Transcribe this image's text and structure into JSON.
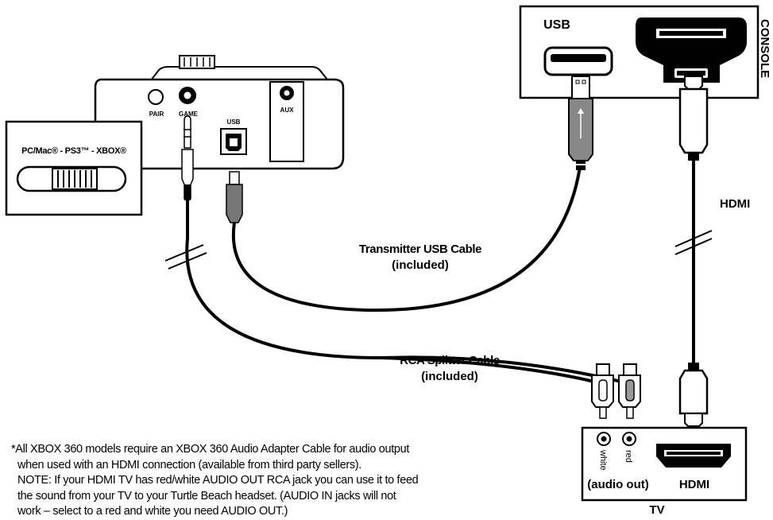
{
  "console": {
    "title": "CONSOLE",
    "usb_label": "USB"
  },
  "transmitter": {
    "pair_label": "PAIR",
    "game_label": "GAME",
    "usb_label": "USB",
    "aux_label": "AUX"
  },
  "switch": {
    "label": "PC/Mac® - PS3™ - XBOX®"
  },
  "cables": {
    "usb_cable_line1": "Transmitter USB Cable",
    "usb_cable_line2": "(included)",
    "rca_cable_line1": "RCA Splitter Cable",
    "rca_cable_line2": "(included)",
    "hdmi_label": "HDMI"
  },
  "tv": {
    "title": "TV",
    "white_label": "white",
    "red_label": "red",
    "audio_out_label": "(audio out)",
    "hdmi_label": "HDMI"
  },
  "footnote": {
    "line1": "*All XBOX 360 models require an XBOX 360 Audio Adapter Cable for audio output",
    "line2": "when used with an HDMI connection (available from third party sellers).",
    "line3": "NOTE: If your HDMI TV has red/white AUDIO OUT RCA jack you can use it to feed",
    "line4": "the sound from your TV to your Turtle Beach headset. (AUDIO IN jacks will not",
    "line5": "work – select to a red and white you need AUDIO OUT.)"
  }
}
